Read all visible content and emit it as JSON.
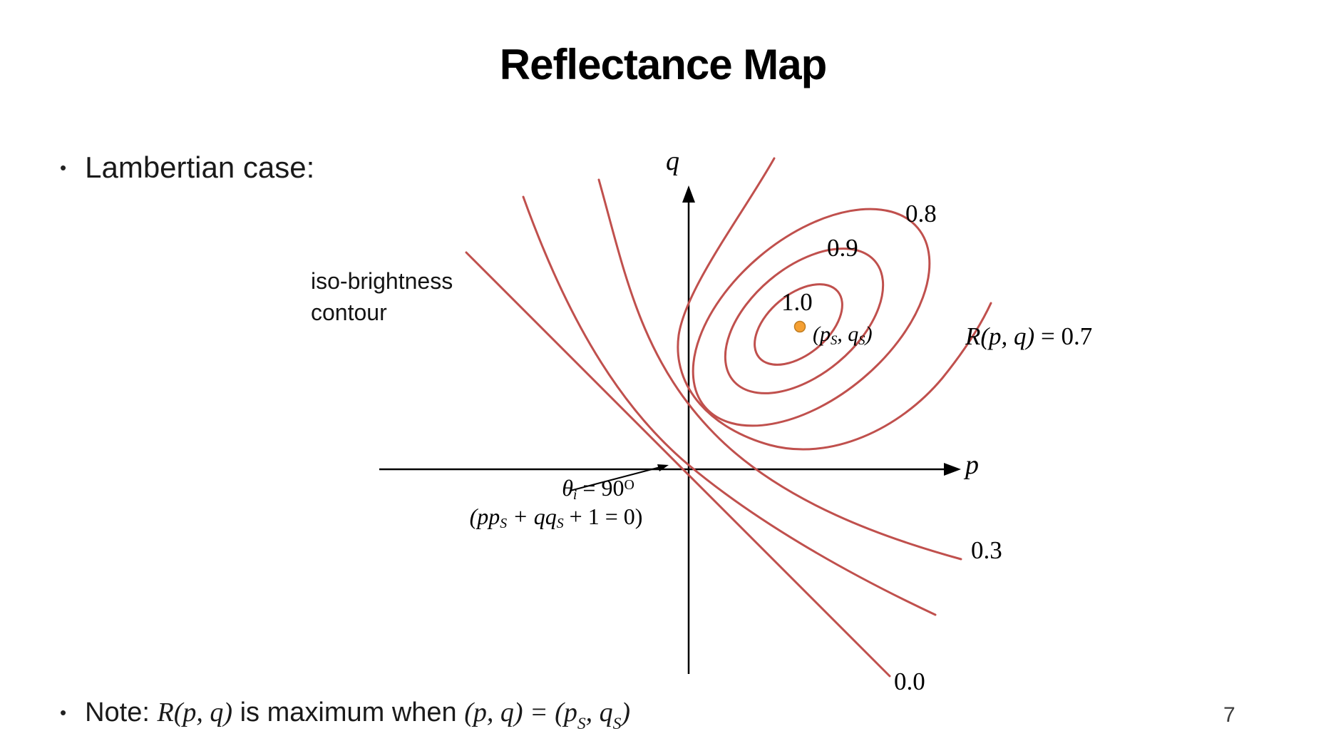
{
  "slide": {
    "title": "Reflectance Map",
    "page_number": "7"
  },
  "bullets": {
    "marker": "•",
    "lambertian": "Lambertian case:",
    "note": {
      "a": "Note: ",
      "b": "R(p, q)",
      "c": " is maximum when ",
      "d": "(p, q) = (p",
      "e": "S",
      "f": ", q",
      "g": "S",
      "h": ")"
    }
  },
  "diagram": {
    "axes": {
      "x_label": "p",
      "y_label": "q"
    },
    "contour_levels": [
      0.0,
      0.3,
      0.7,
      0.8,
      0.9,
      1.0
    ],
    "labels": {
      "iso1": "iso-brightness",
      "iso2": "contour",
      "c08": "0.8",
      "c09": "0.9",
      "c10": "1.0",
      "c03": "0.3",
      "c00": "0.0",
      "r_expr": {
        "math": "R(p, q)",
        "rest": " = 0.7"
      },
      "source_pt": {
        "a": "(p",
        "b": "S",
        "c": ", q",
        "d": "S",
        "e": ")"
      },
      "theta": {
        "a": "θ",
        "b": "i",
        "c": " = 90",
        "d": "O"
      },
      "line_eq": {
        "a": "(pp",
        "b": "S",
        "c": " + qq",
        "d": "S",
        "e": " + 1 = 0)"
      }
    },
    "colors": {
      "contour": "#C0504D",
      "axis": "#000000",
      "source_dot": "#F5A033",
      "source_dot_edge": "#C07D22"
    }
  }
}
